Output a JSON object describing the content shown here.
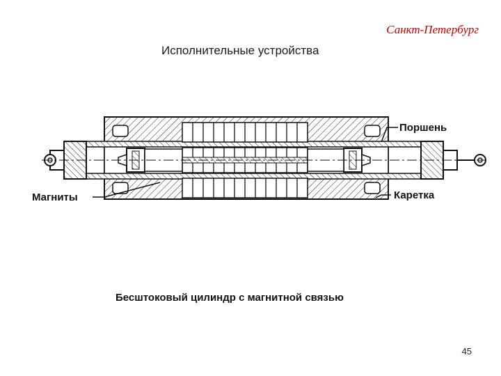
{
  "header": {
    "city": "Санкт-Петербург",
    "title": "Исполнительные устройства"
  },
  "diagram": {
    "labels": {
      "piston": "Поршень",
      "magnets": "Магниты",
      "carriage": "Каретка"
    }
  },
  "caption": "Бесштоковый цилиндр с магнитной связью",
  "page_number": "45"
}
